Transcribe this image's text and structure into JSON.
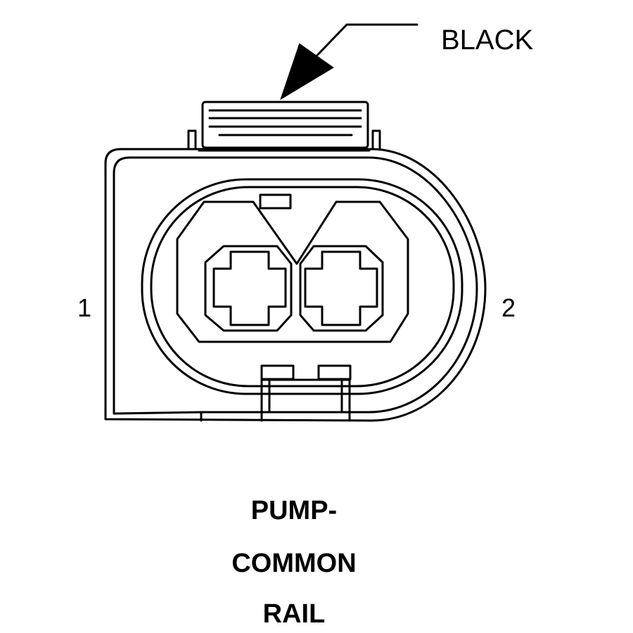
{
  "connector": {
    "color_callout": "BLACK",
    "pins": [
      {
        "number": "1"
      },
      {
        "number": "2"
      }
    ],
    "title_lines": [
      "PUMP-",
      "COMMON",
      "RAIL"
    ]
  },
  "colors": {
    "line": "#000000",
    "background": "#ffffff"
  }
}
